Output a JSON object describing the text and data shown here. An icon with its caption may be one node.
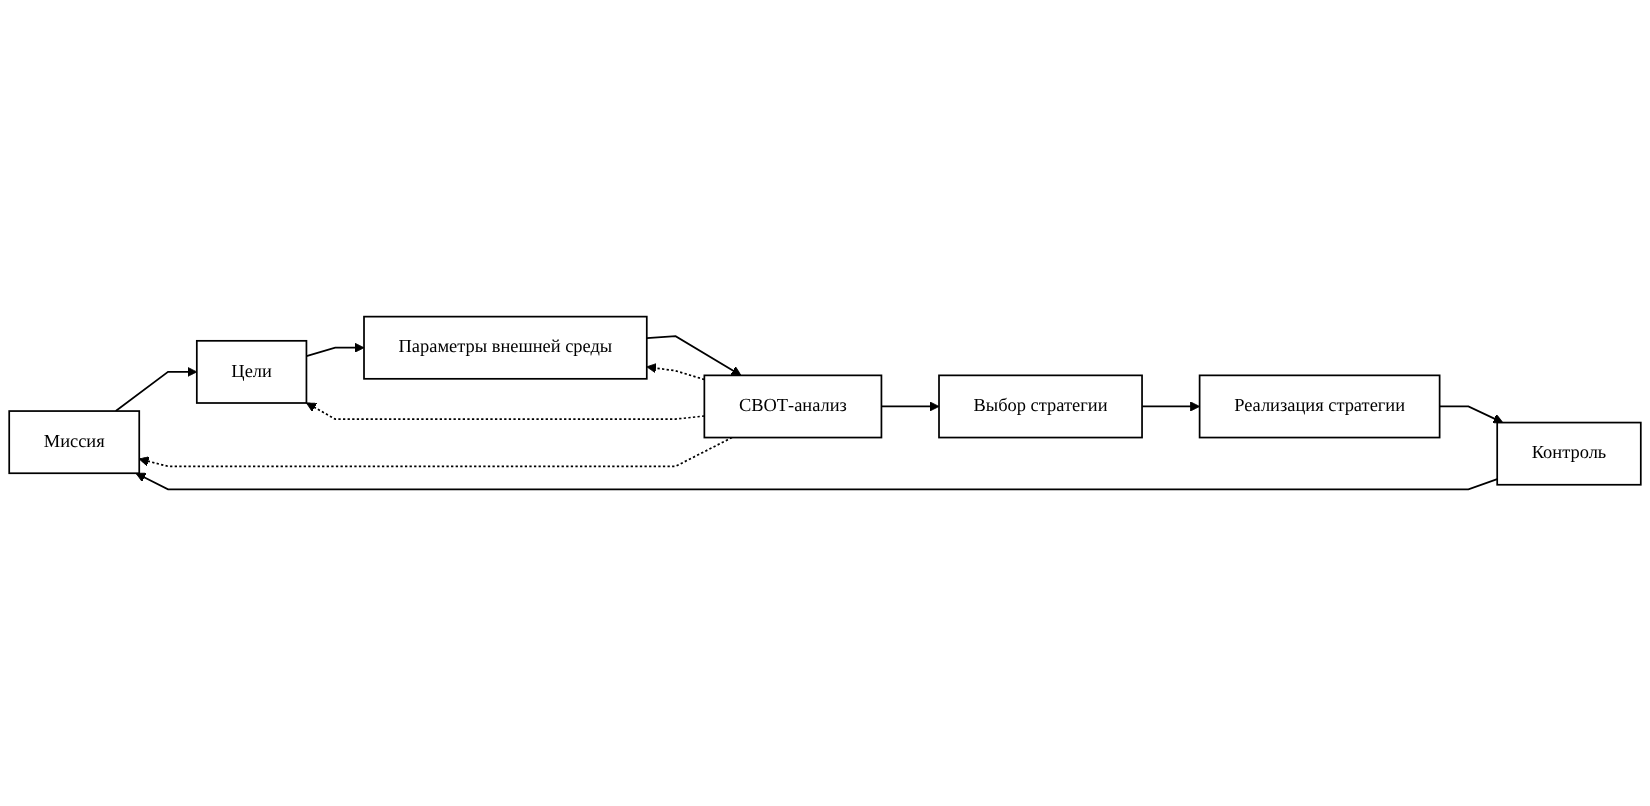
{
  "diagram": {
    "nodes": [
      {
        "text": [
          "Миссия"
        ]
      },
      {
        "text": [
          "Цели"
        ]
      },
      {
        "text": [
          "Параметры внешней среды"
        ]
      },
      {
        "text": [
          "Контроль"
        ]
      },
      {
        "text": [
          "Реализация стратегии"
        ]
      },
      {
        "text": [
          "Выбор стратегии"
        ]
      },
      {
        "text": [
          "СВОТ-анализ"
        ]
      }
    ],
    "edges": [
      {
        "from": 0,
        "to": 1,
        "arrow": "to"
      },
      {
        "from": 1,
        "to": 2,
        "arrow": "to"
      },
      {
        "from": 2,
        "to": 6,
        "arrow": "to"
      },
      {
        "from": 6,
        "to": 2,
        "arrow": "to",
        "style": "dashed"
      },
      {
        "from": 6,
        "to": 1,
        "arrow": "to",
        "style": "dashed"
      },
      {
        "from": 6,
        "to": 0,
        "arrow": "to",
        "style": "dashed"
      },
      {
        "from": 6,
        "to": 5,
        "arrow": "to"
      },
      {
        "from": 5,
        "to": 4,
        "arrow": "to"
      },
      {
        "from": 4,
        "to": 3,
        "arrow": "to"
      },
      {
        "from": 3,
        "to": 0,
        "arrow": "to"
      }
    ]
  }
}
